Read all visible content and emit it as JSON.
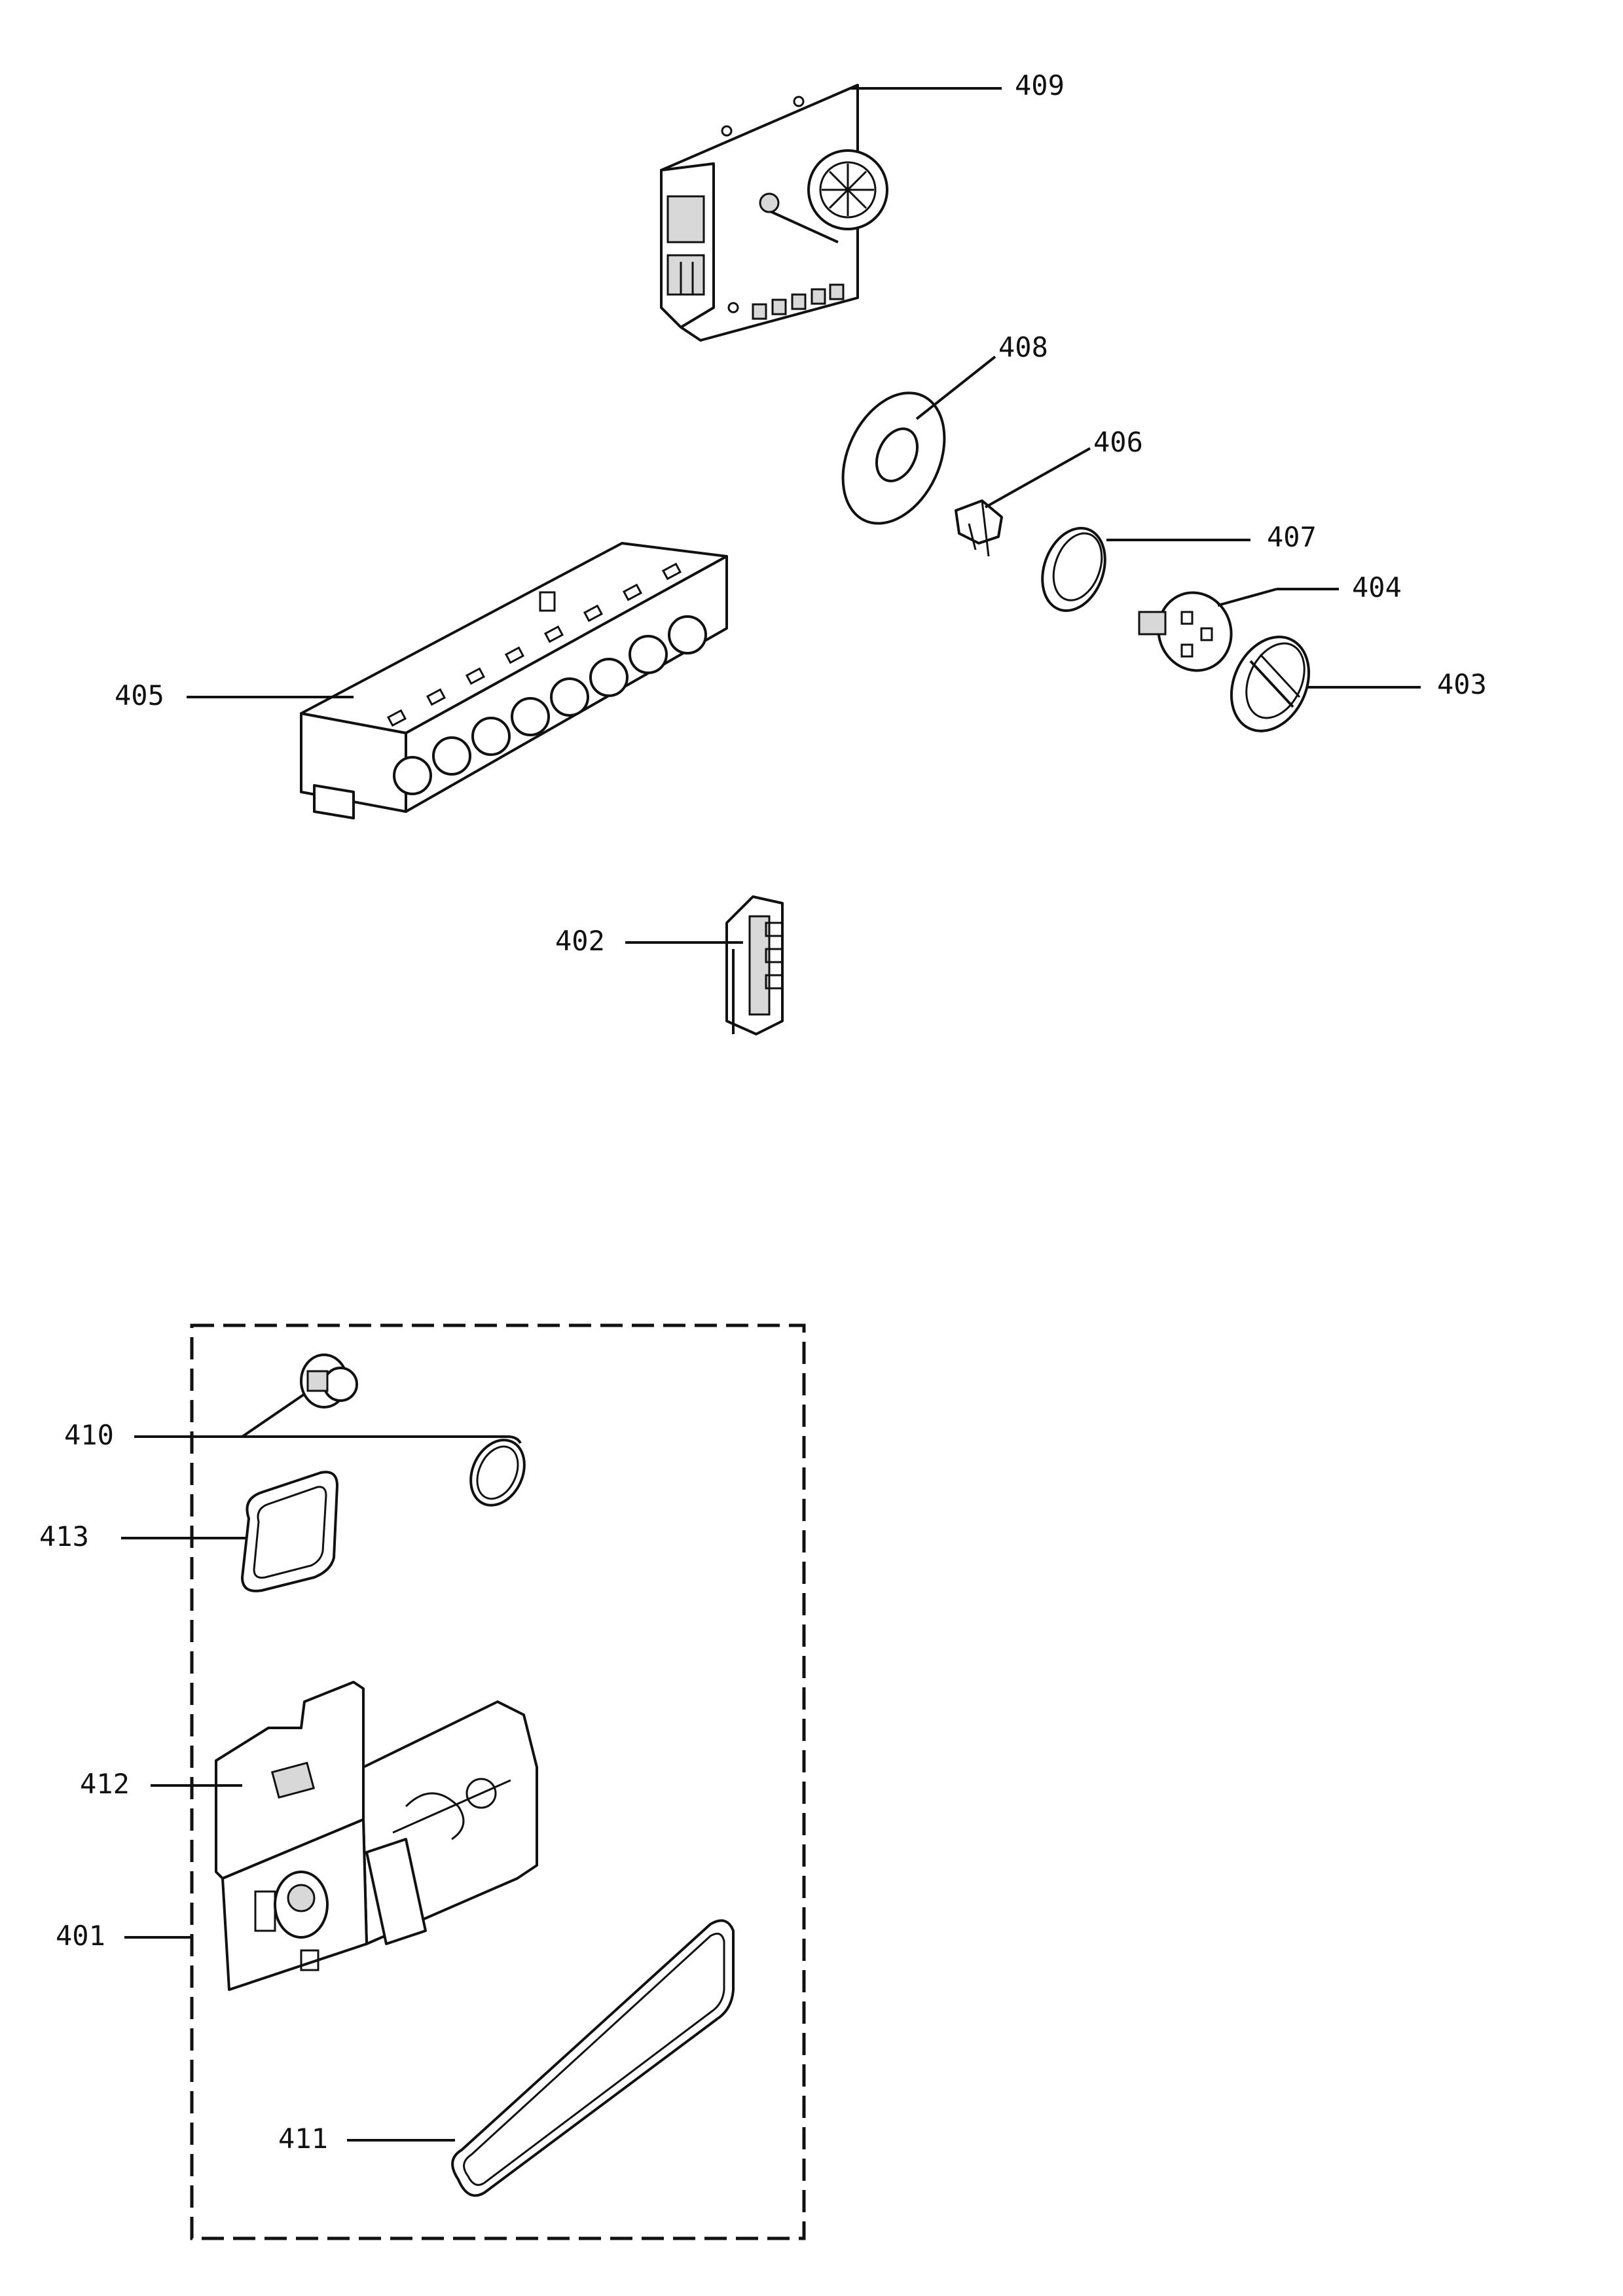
{
  "callouts": {
    "c401": "401",
    "c402": "402",
    "c403": "403",
    "c404": "404",
    "c405": "405",
    "c406": "406",
    "c407": "407",
    "c408": "408",
    "c409": "409",
    "c410": "410",
    "c411": "411",
    "c412": "412",
    "c413": "413"
  },
  "colors": {
    "ink": "#111111",
    "background": "#ffffff"
  }
}
